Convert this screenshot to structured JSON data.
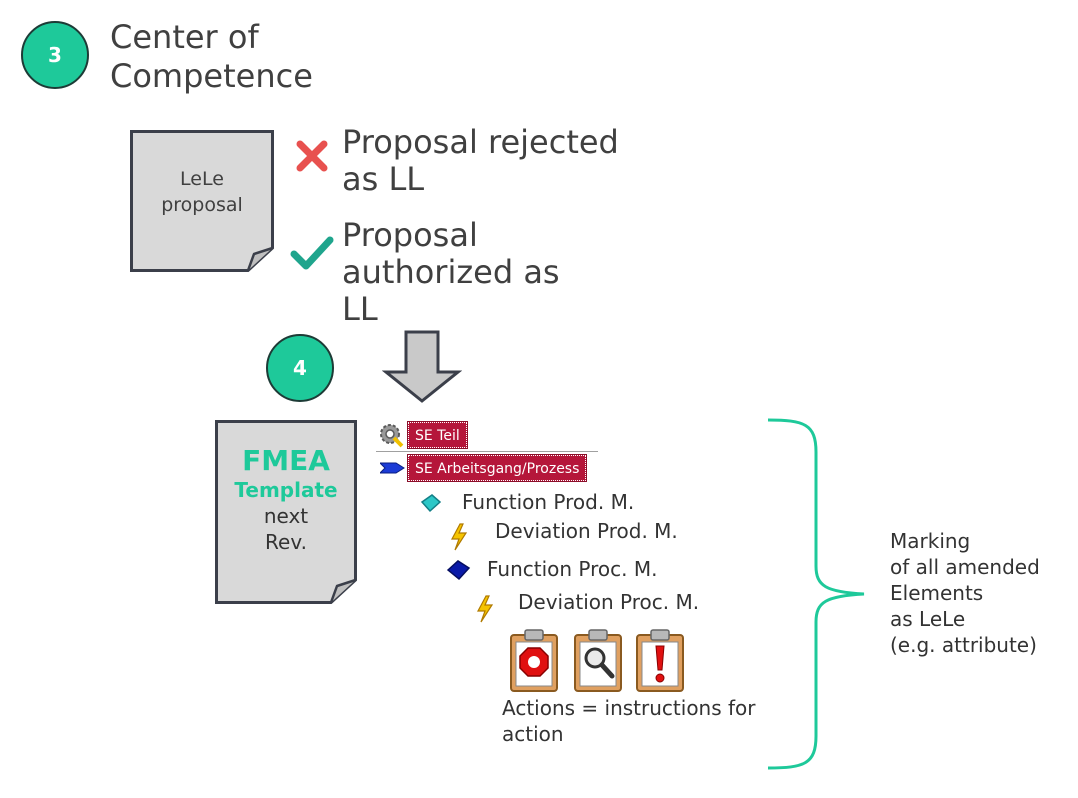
{
  "step3": {
    "number": "3",
    "title_line1": "Center of",
    "title_line2": "Competence"
  },
  "proposal_doc": {
    "line1": "LeLe",
    "line2": "proposal"
  },
  "rejected": {
    "line1": "Proposal rejected",
    "line2": "as LL"
  },
  "authorized": {
    "line1": "Proposal",
    "line2": "authorized as",
    "line3": "LL"
  },
  "step4": {
    "number": "4"
  },
  "fmea_doc": {
    "line1": "FMEA",
    "line2": "Template",
    "line3": "next",
    "line4": "Rev."
  },
  "tree": {
    "se_teil": "SE Teil",
    "se_arbeitsgang": "SE Arbeitsgang/Prozess",
    "function_prod": "Function Prod. M.",
    "deviation_prod": "Deviation Prod. M.",
    "function_proc": "Function Proc. M.",
    "deviation_proc": "Deviation Proc. M.",
    "actions_line1": "Actions = instructions for",
    "actions_line2": "action"
  },
  "marking": {
    "line1": "Marking",
    "line2": "of all amended",
    "line3": "Elements",
    "line4": "as LeLe",
    "line5": "(e.g. attribute)"
  },
  "colors": {
    "accent": "#1ec99a",
    "red_label": "#b5163a",
    "doc_fill": "#d9d9d9",
    "doc_border": "#3b3f4a"
  }
}
